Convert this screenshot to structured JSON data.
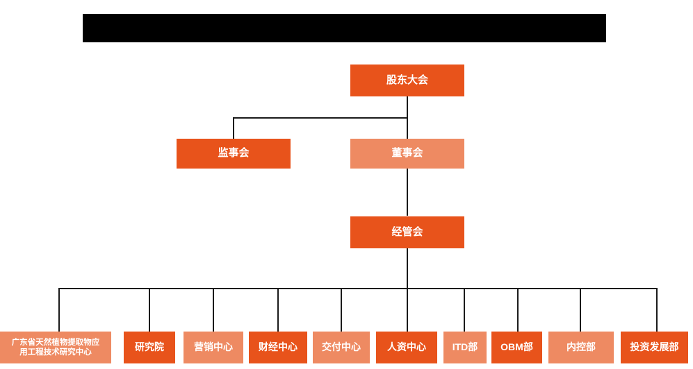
{
  "page": {
    "title_banner": "",
    "background_color": "#ffffff"
  },
  "colors": {
    "dark_orange": "#E8531B",
    "light_orange": "#EE8A62",
    "line": "#1a1a1a",
    "banner": "#000000",
    "text": "#ffffff"
  },
  "chart_type": "organization-chart",
  "nodes": {
    "shareholders_meeting": {
      "label": "股东大会",
      "tone": "dark",
      "level": 1
    },
    "board_of_supervisors": {
      "label": "监事会",
      "tone": "dark",
      "level": 2
    },
    "board_of_directors": {
      "label": "董事会",
      "tone": "light",
      "level": 2
    },
    "management_committee": {
      "label": "经管会",
      "tone": "dark",
      "level": 3
    }
  },
  "departments": [
    {
      "label": "广东省天然植物提取物应\n用工程技术研究中心",
      "line1": "广东省天然植物提取物应",
      "line2": "用工程技术研究中心",
      "tone": "light",
      "two_line": true
    },
    {
      "label": "研究院",
      "tone": "dark",
      "two_line": false
    },
    {
      "label": "营销中心",
      "tone": "light",
      "two_line": false
    },
    {
      "label": "财经中心",
      "tone": "dark",
      "two_line": false
    },
    {
      "label": "交付中心",
      "tone": "light",
      "two_line": false
    },
    {
      "label": "人资中心",
      "tone": "dark",
      "two_line": false
    },
    {
      "label": "ITD部",
      "tone": "light",
      "two_line": false
    },
    {
      "label": "OBM部",
      "tone": "dark",
      "two_line": false
    },
    {
      "label": "内控部",
      "tone": "light",
      "two_line": false
    },
    {
      "label": "投资发展部",
      "tone": "dark",
      "two_line": false
    }
  ]
}
